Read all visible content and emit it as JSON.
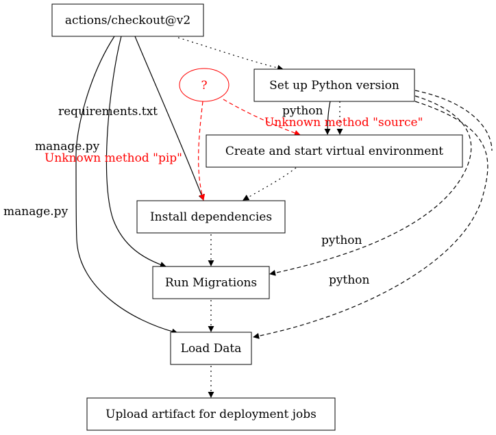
{
  "nodes": {
    "checkout": "actions/checkout@v2",
    "unknown": "?",
    "setup_python": "Set up Python version",
    "create_venv": "Create and start virtual environment",
    "install_deps": "Install dependencies",
    "run_migrations": "Run Migrations",
    "load_data": "Load Data",
    "upload_artifact": "Upload artifact for deployment jobs"
  },
  "edge_labels": {
    "requirements": "requirements.txt",
    "manage_py_migrations": "manage.py",
    "manage_py_load": "manage.py",
    "python_venv": "python",
    "python_migrations": "python",
    "python_load": "python",
    "unknown_source": "Unknown method \"source\"",
    "unknown_pip": "Unknown method \"pip\""
  },
  "colors": {
    "edge": "#000000",
    "unknown": "#ff0000",
    "background": "#ffffff"
  }
}
